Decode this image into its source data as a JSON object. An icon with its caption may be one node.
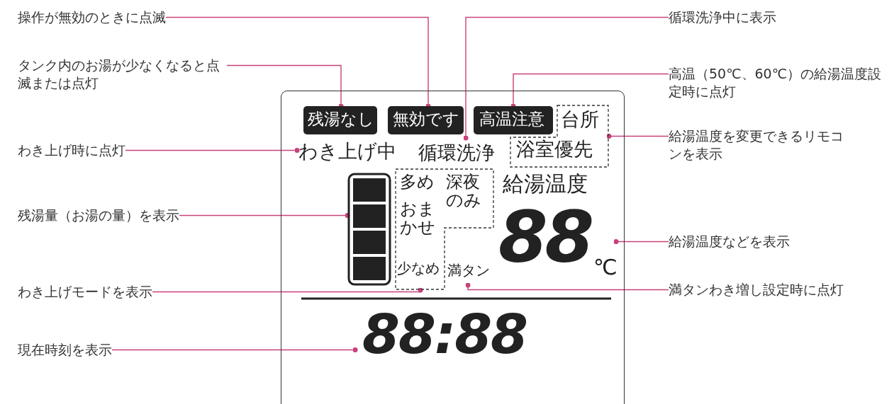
{
  "diagram": {
    "nodes": [
      {
        "text": [],
        "shape": "box"
      },
      {
        "text": [
          "残湯なし"
        ],
        "in": 0
      },
      {
        "text": [
          "無効です"
        ],
        "in": 0
      },
      {
        "text": [
          "高温注意"
        ],
        "in": 0
      },
      {
        "text": [
          "台所",
          "浴室優先"
        ],
        "in": 0
      },
      {
        "text": [
          "わき上げ中"
        ],
        "in": 0
      },
      {
        "text": [
          "循環洗浄"
        ],
        "in": 0
      },
      {
        "text": [],
        "shape": "bar",
        "in": 0
      },
      {
        "text": [
          "多め",
          "深夜のみ",
          "おまかせ",
          "少なめ"
        ],
        "in": 0
      },
      {
        "text": [
          "88",
          "℃"
        ],
        "in": 0
      },
      {
        "text": [
          "満タン"
        ],
        "in": 0
      },
      {
        "text": [
          "88:88"
        ],
        "in": 0
      },
      {
        "text": [
          "操作が無効のときに点滅"
        ]
      },
      {
        "text": [
          "タンク内のお湯が少なくなると点滅または点灯"
        ]
      },
      {
        "text": [
          "わき上げ時に点灯"
        ]
      },
      {
        "text": [
          "残湯量（お湯の量）を表示"
        ]
      },
      {
        "text": [
          "わき上げモードを表示"
        ]
      },
      {
        "text": [
          "現在時刻を表示"
        ]
      },
      {
        "text": [
          "循環洗浄中に表示"
        ]
      },
      {
        "text": [
          "高温（50℃、60℃）の給湯温度設定時に点灯"
        ]
      },
      {
        "text": [
          "給湯温度を変更できるリモコンを表示"
        ]
      },
      {
        "text": [
          "給湯温度などを表示"
        ]
      },
      {
        "text": [
          "満タンわき増し設定時に点灯"
        ]
      }
    ],
    "edges": [
      {
        "from": 12,
        "to": 2,
        "arrow": "other"
      },
      {
        "from": 13,
        "to": 1,
        "arrow": "other"
      },
      {
        "from": 14,
        "to": 5,
        "arrow": "other"
      },
      {
        "from": 15,
        "to": 7,
        "arrow": "other"
      },
      {
        "from": 16,
        "to": 8,
        "arrow": "other"
      },
      {
        "from": 17,
        "to": 11,
        "arrow": "other"
      },
      {
        "from": 18,
        "to": 6,
        "arrow": "other"
      },
      {
        "from": 19,
        "to": 3,
        "arrow": "other"
      },
      {
        "from": 20,
        "to": 4,
        "arrow": "other"
      },
      {
        "from": 21,
        "to": 9,
        "arrow": "other"
      },
      {
        "from": 22,
        "to": 10,
        "arrow": "other"
      }
    ],
    "labels": [
      "給湯温度"
    ]
  }
}
